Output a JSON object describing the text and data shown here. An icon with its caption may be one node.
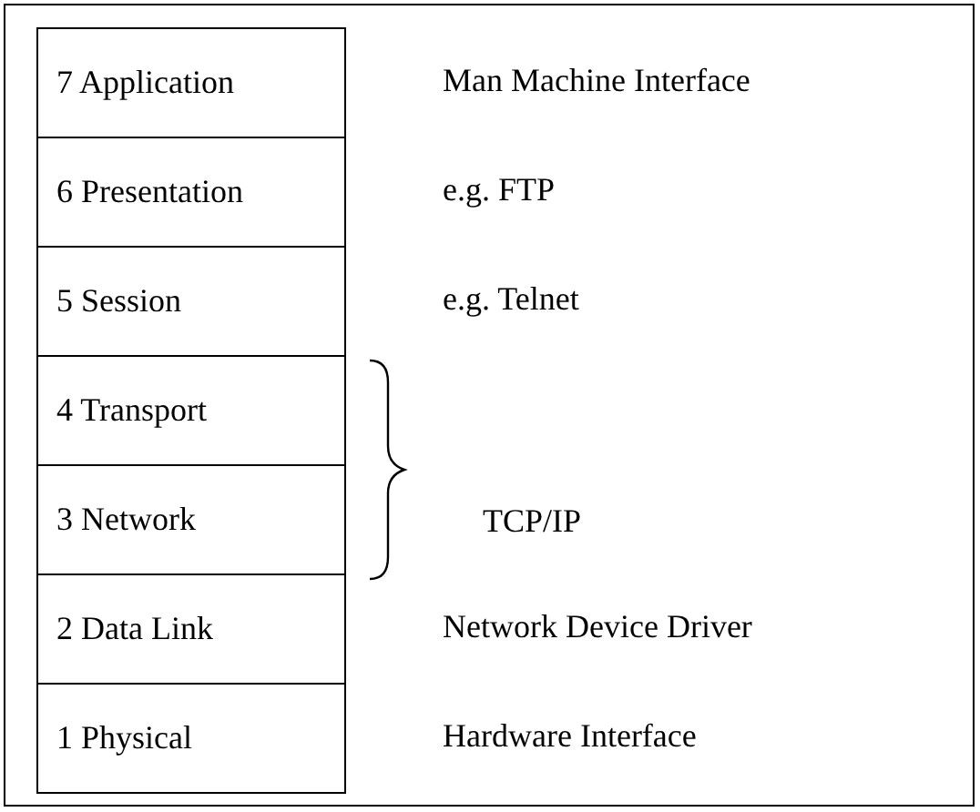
{
  "diagram": {
    "nodes": [
      {
        "text": [
          "7 Application"
        ],
        "beside": [
          "Man Machine Interface"
        ]
      },
      {
        "text": [
          "6 Presentation"
        ],
        "beside": [
          "e.g. FTP"
        ]
      },
      {
        "text": [
          "5 Session"
        ],
        "beside": [
          "e.g. Telnet"
        ]
      },
      {
        "text": [
          "4 Transport"
        ]
      },
      {
        "text": [
          "3 Network"
        ]
      },
      {
        "text": [
          "2 Data Link"
        ],
        "beside": [
          "Network Device Driver"
        ]
      },
      {
        "text": [
          "1 Physical"
        ],
        "beside": [
          "Hardware Interface"
        ]
      }
    ],
    "labels": [
      "TCP/IP"
    ]
  }
}
